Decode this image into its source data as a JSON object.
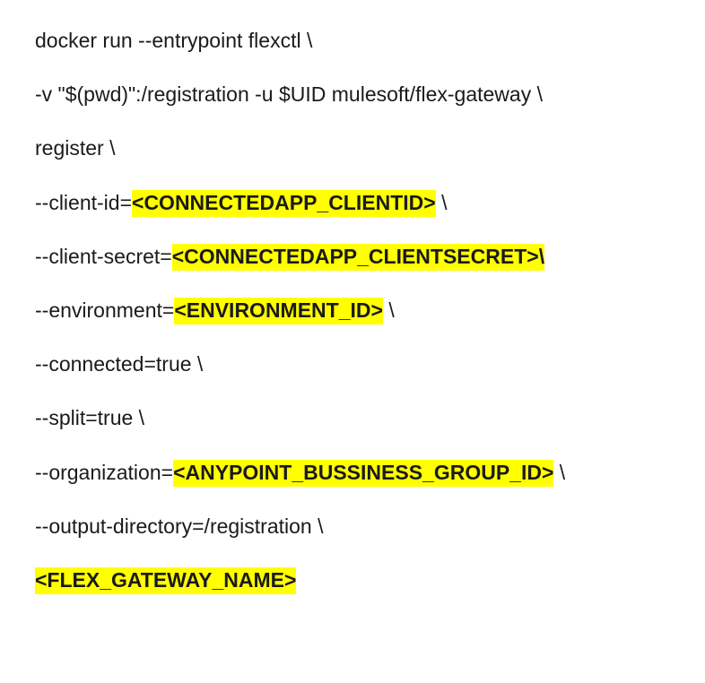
{
  "document": {
    "lines": [
      {
        "pre": "docker run --entrypoint flexctl \\",
        "hl": "",
        "post": ""
      },
      {
        "pre": "-v \"$(pwd)\":/registration -u $UID mulesoft/flex-gateway \\",
        "hl": "",
        "post": ""
      },
      {
        "pre": "register \\",
        "hl": "",
        "post": ""
      },
      {
        "pre": "--client-id=",
        "hl": "<CONNECTEDAPP_CLIENTID>",
        "post": " \\"
      },
      {
        "pre": "--client-secret=",
        "hl": "<CONNECTEDAPP_CLIENTSECRET>\\",
        "post": ""
      },
      {
        "pre": "--environment=",
        "hl": "<ENVIRONMENT_ID>",
        "post": " \\"
      },
      {
        "pre": "--connected=true \\",
        "hl": "",
        "post": ""
      },
      {
        "pre": "--split=true \\",
        "hl": "",
        "post": ""
      },
      {
        "pre": "--organization=",
        "hl": "<ANYPOINT_BUSSINESS_GROUP_ID>",
        "post": " \\"
      },
      {
        "pre": "--output-directory=/registration \\",
        "hl": "",
        "post": ""
      },
      {
        "pre": "",
        "hl": "<FLEX_GATEWAY_NAME>",
        "post": ""
      }
    ],
    "highlight_color": "#ffff00",
    "text_color": "#1a1a1a"
  }
}
